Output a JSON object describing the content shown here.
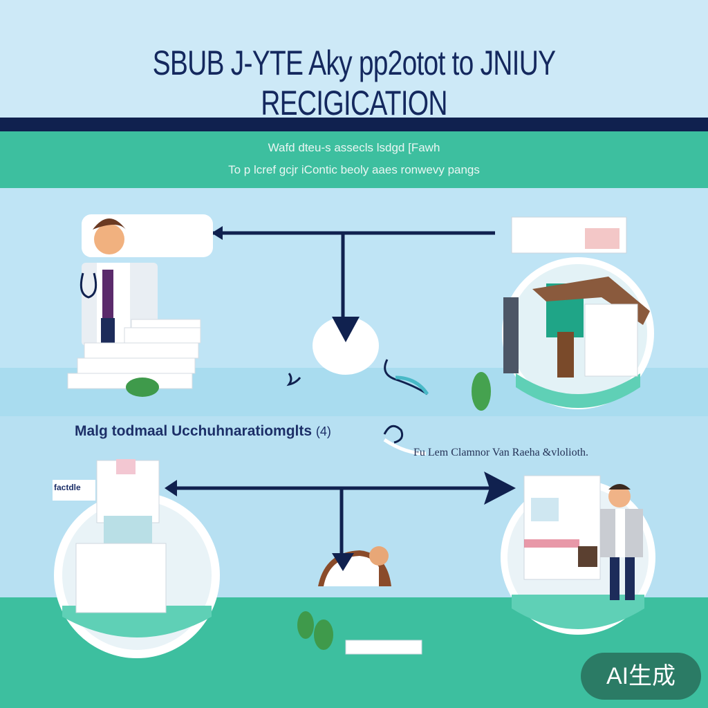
{
  "title": "SBUB J-YTE Aky   pp2otot to JNIUY RECIGICATION",
  "subtitle_1": "Wafd  dteu-s assecls  lsdgd  [Fawh",
  "subtitle_2": "To  p  lcref  gcjr  iContic  beoly  aaes  ronwevy  pangs",
  "label_left": "Malg  todmaal Ucchuhnaratiomglts",
  "label_left_suffix": "(4)",
  "label_right": "Fu Lem  Clamnor  Van Raeha  &vlolioth.",
  "card_bottom_left": "factdle",
  "badge": "AI生成",
  "colors": {
    "navy": "#10214f",
    "teal": "#3dbf9f",
    "sky": "#cfe9f6"
  }
}
